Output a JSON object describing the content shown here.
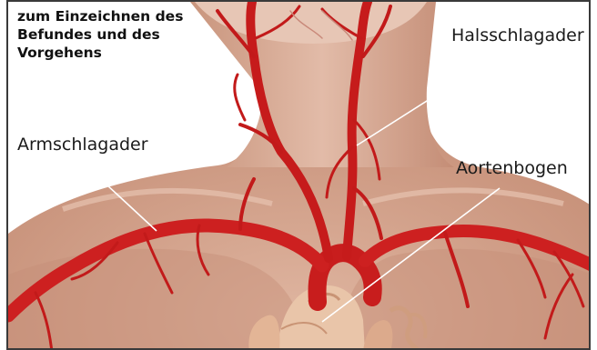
{
  "caption": {
    "text": "zum Einzeichnen des\nBefundes und des\nVorgehens"
  },
  "labels": {
    "halsschlagader": "Halsschlagader",
    "armschlagader": "Armschlagader",
    "aortenbogen": "Aortenbogen"
  },
  "colors": {
    "skin_light": "#e6c4b2",
    "skin_mid": "#d7a690",
    "skin_shadow": "#b9826c",
    "artery": "#cc1f1f",
    "artery_dark": "#9e1212",
    "heart": "#e8c0a2",
    "frame": "#3a3a3a",
    "leader_line": "#ffffff"
  },
  "icons": {
    "illustration": "anatomy-neck-arteries-illustration"
  }
}
